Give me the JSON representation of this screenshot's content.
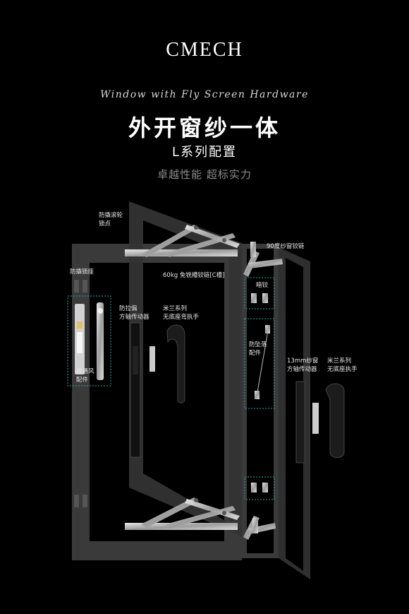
{
  "brand": "CMECH",
  "script_title": "Window with Fly Screen Hardware",
  "title": "外开窗纱一体",
  "subtitle": "L系列配置",
  "tagline": "卓越性能 超标实力",
  "labels": {
    "anti_pry_roller": "防撬滚轮\n锁点",
    "anti_pry_lock_seat": "防撬锁座",
    "screen_hinge_90": "90度纱窗铰链",
    "hinge_60kg": "60kg 免铣槽铰链[C槽]",
    "hidden_hinge": "暗铰",
    "anti_pull_drive": "防拉偏\n方轴传动器",
    "milan_curved_handle": "米兰系列\n无底座弯执手",
    "anti_fall_chain": "防坠落\n配件",
    "micro_vent": "微通风\n配件",
    "screen_drive_13mm": "13mm纱窗\n方轴传动器",
    "milan_handle": "米兰系列\n无底座执手"
  },
  "colors": {
    "background": "#000000",
    "frame": "#3a3a3a",
    "metal": "#c8c8c8",
    "dashed_box": "#2aa7a0"
  }
}
